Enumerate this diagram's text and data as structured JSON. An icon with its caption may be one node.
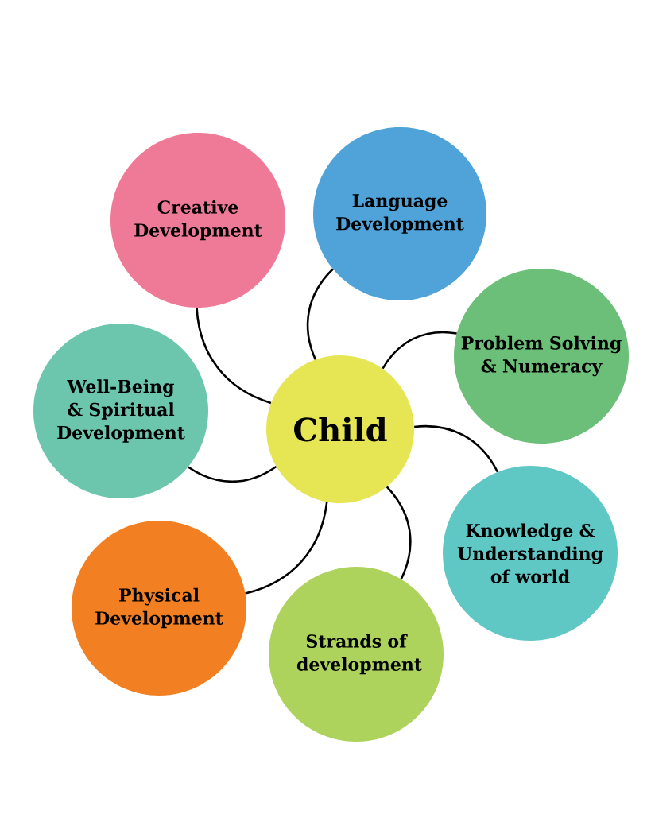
{
  "diagram": {
    "nodes": [
      {
        "text": [
          "Child"
        ]
      },
      {
        "text": [
          "Creative Development"
        ]
      },
      {
        "text": [
          "Language Development"
        ]
      },
      {
        "text": [
          "Problem Solving & Numeracy"
        ]
      },
      {
        "text": [
          "Knowledge & Understanding of world"
        ]
      },
      {
        "text": [
          "Strands of development"
        ]
      },
      {
        "text": [
          "Physical Development"
        ]
      },
      {
        "text": [
          "Well-Being & Spiritual Development"
        ]
      }
    ],
    "edges": [
      {
        "from": 0,
        "to": 1,
        "arrow": "none"
      },
      {
        "from": 0,
        "to": 2,
        "arrow": "none"
      },
      {
        "from": 0,
        "to": 3,
        "arrow": "none"
      },
      {
        "from": 0,
        "to": 4,
        "arrow": "none"
      },
      {
        "from": 0,
        "to": 5,
        "arrow": "none"
      },
      {
        "from": 0,
        "to": 6,
        "arrow": "none"
      },
      {
        "from": 0,
        "to": 7,
        "arrow": "none"
      }
    ]
  }
}
